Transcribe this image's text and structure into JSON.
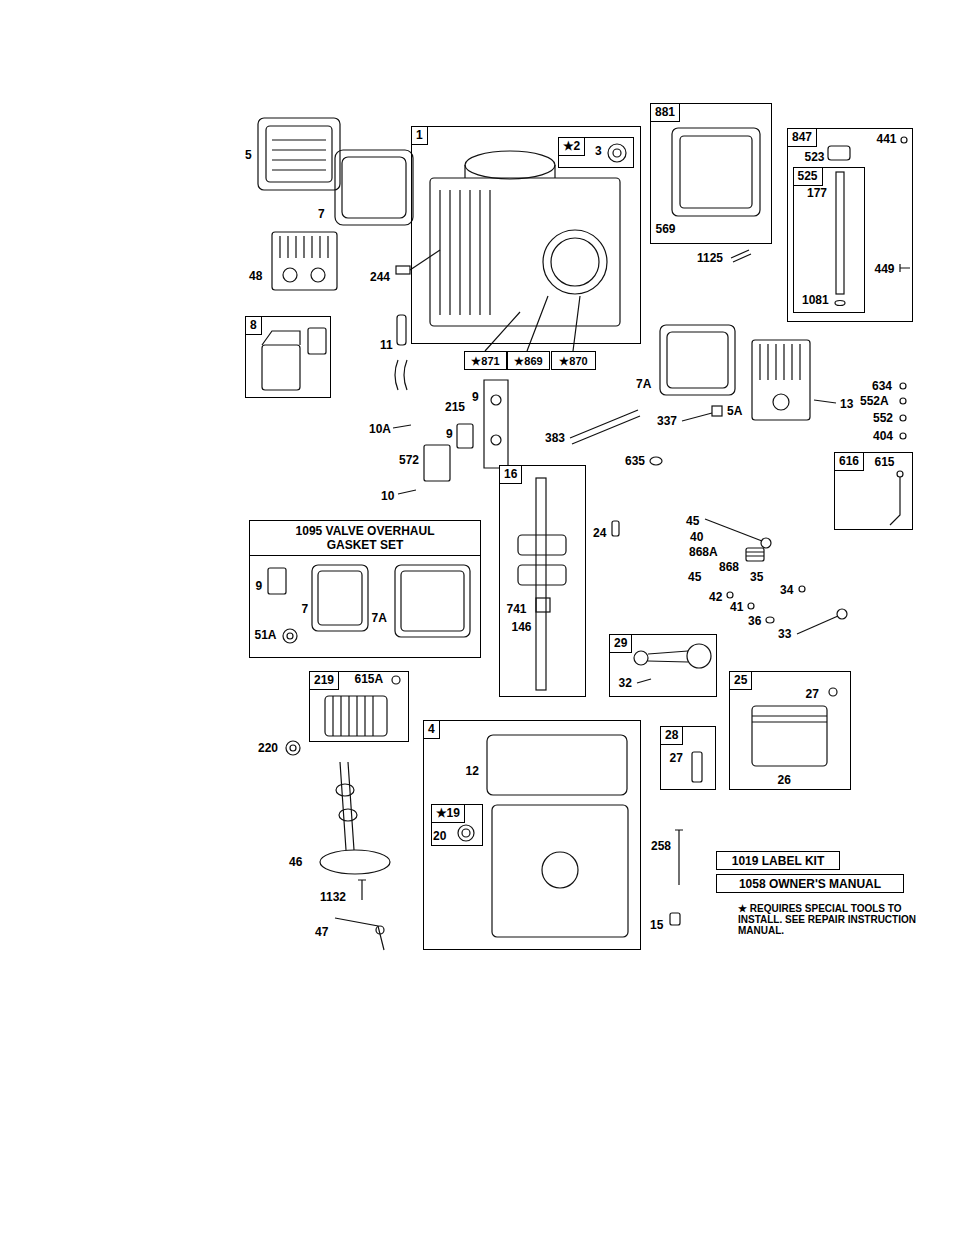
{
  "diagram": {
    "nodes": [
      {
        "text": [
          "1"
        ]
      },
      {
        "text": [
          "★2",
          "3"
        ],
        "in": 0
      },
      {
        "text": [
          "881",
          "569"
        ]
      },
      {
        "text": [
          "847",
          "441",
          "523",
          "449"
        ]
      },
      {
        "text": [
          "525",
          "177",
          "1081"
        ],
        "in": 3
      },
      {
        "text": [
          "8"
        ]
      },
      {
        "text": [
          "★871"
        ]
      },
      {
        "text": [
          "★869"
        ]
      },
      {
        "text": [
          "★870"
        ]
      },
      {
        "text": [
          "616",
          "615"
        ]
      },
      {
        "text": [
          "16",
          "741",
          "146"
        ]
      },
      {
        "text": [
          "1095 VALVE OVERHAUL GASKET SET",
          "9",
          "7",
          "51A",
          "7A"
        ]
      },
      {
        "text": [
          "29",
          "32"
        ]
      },
      {
        "text": [
          "219",
          "615A"
        ]
      },
      {
        "text": [
          "25",
          "27",
          "26"
        ]
      },
      {
        "text": [
          "4",
          "12"
        ]
      },
      {
        "text": [
          "★19",
          "20"
        ],
        "in": 15
      },
      {
        "text": [
          "28",
          "27"
        ]
      },
      {
        "text": [
          "1019 LABEL KIT"
        ]
      },
      {
        "text": [
          "1058 OWNER'S MANUAL"
        ]
      }
    ],
    "labels": [
      "5",
      "7",
      "48",
      "244",
      "1125",
      "11",
      "9",
      "215",
      "7A",
      "5A",
      "13",
      "634",
      "552A",
      "552",
      "404",
      "337",
      "10A",
      "9",
      "383",
      "572",
      "635",
      "10",
      "45",
      "24",
      "40",
      "868A",
      "868",
      "45",
      "35",
      "34",
      "42",
      "41",
      "36",
      "33",
      "220",
      "46",
      "258",
      "1132",
      "15",
      "47",
      "★ REQUIRES SPECIAL TOOLS TO INSTALL. SEE REPAIR INSTRUCTION MANUAL."
    ]
  }
}
